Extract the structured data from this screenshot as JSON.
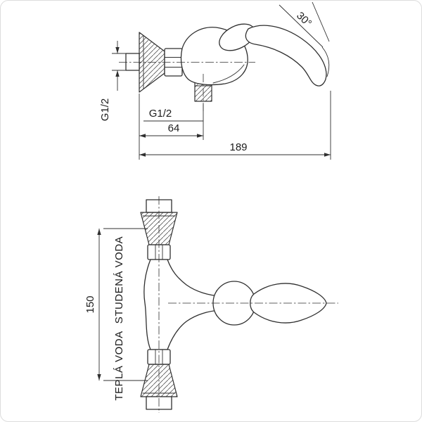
{
  "colors": {
    "background": "#ffffff",
    "line": "#2f2f2f",
    "frame": "#dcdcdc"
  },
  "side_view": {
    "inlet_thread_label": "G1/2",
    "outlet_thread_label": "G1/2",
    "outlet_offset_dim": "64",
    "overall_depth_dim": "189",
    "handle_angle_dim": "30°"
  },
  "front_view": {
    "supply_distance_dim": "150",
    "cold_water_label": "STUDENÁ VODA",
    "hot_water_label": "TEPLÁ VODA"
  }
}
